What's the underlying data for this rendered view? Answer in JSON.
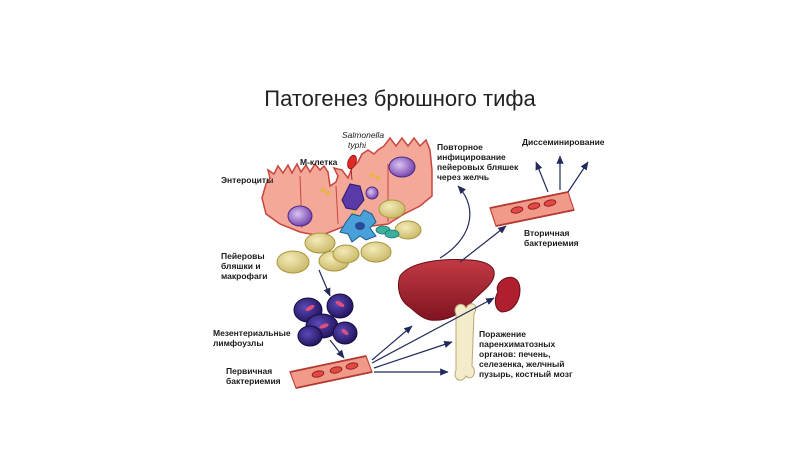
{
  "title": "Патогенез брюшного тифа",
  "labels": {
    "salmonella_1": "Salmonella",
    "salmonella_2": "typhi",
    "m_cell": "М-клетка",
    "enterocytes": "Энтероциты",
    "reinfection_1": "Повторное",
    "reinfection_2": "инфицирование",
    "reinfection_3": "пейеровых бляшек",
    "reinfection_4": "через желчь",
    "dissemination": "Диссеминирование",
    "secondary_1": "Вторичная",
    "secondary_2": "бактериемия",
    "peyer_1": "Пейеровы",
    "peyer_2": "бляшки и",
    "peyer_3": "макрофаги",
    "mesenteric_1": "Мезентериальные",
    "mesenteric_2": "лимфоузлы",
    "primary_1": "Первичная",
    "primary_2": "бактериемия",
    "lesion_1": "Поражение",
    "lesion_2": "паренхиматозных",
    "lesion_3": "органов: печень,",
    "lesion_4": "селезенка, желчный",
    "lesion_5": "пузырь, костный мозг"
  },
  "colors": {
    "cell_fill": "#f4a89a",
    "cell_stroke": "#c8463c",
    "nucleus": "#8a5ab8",
    "bacterium": "#e02a26",
    "macrophage": "#4aa0d8",
    "peyer": "#d9cc84",
    "lymph_node": "#3e2a8c",
    "vessel": "#f29a8a",
    "liver": "#a51f2a",
    "spleen": "#b01f2e",
    "bone": "#f3ebc9",
    "arrow": "#222a5a"
  }
}
